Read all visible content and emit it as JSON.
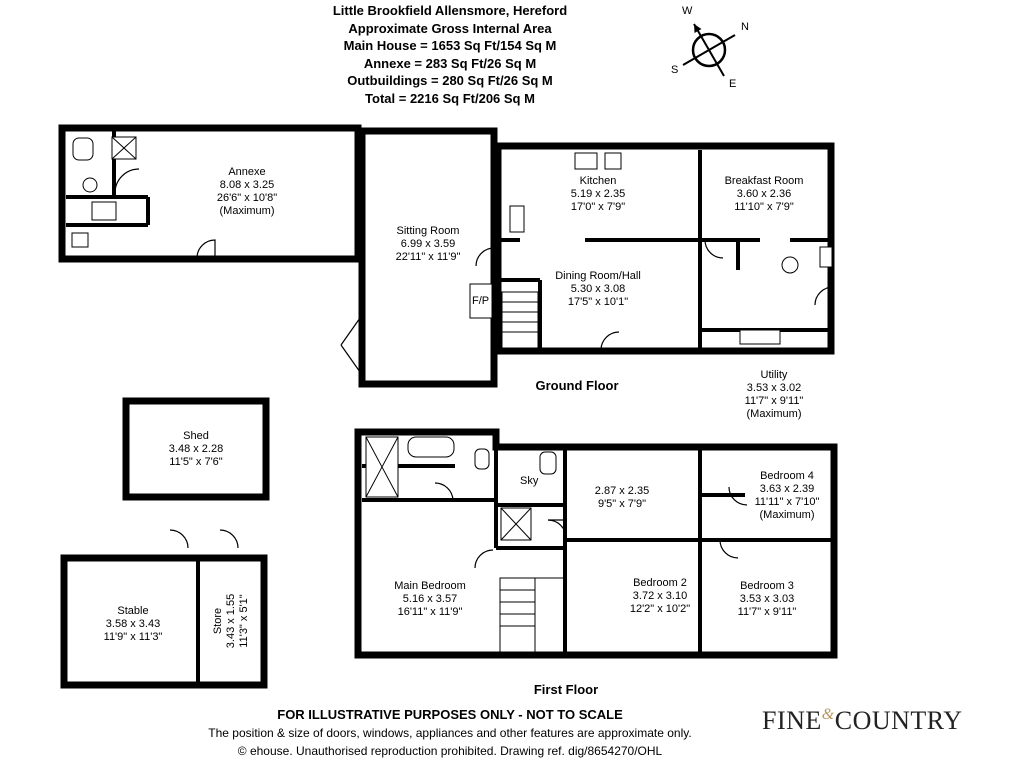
{
  "header": {
    "title": "Little Brookfield Allensmore, Hereford",
    "subtitle": "Approximate Gross Internal Area",
    "lines": [
      "Main House = 1653 Sq Ft/154 Sq M",
      "Annexe = 283 Sq Ft/26 Sq M",
      "Outbuildings = 280 Sq Ft/26 Sq M",
      "Total = 2216 Sq Ft/206 Sq M"
    ]
  },
  "compass": {
    "w": "W",
    "n": "N",
    "s": "S",
    "e": "E"
  },
  "floors": {
    "ground": "Ground Floor",
    "first": "First Floor"
  },
  "rooms": {
    "annexe": {
      "name": "Annexe",
      "metric": "8.08 x 3.25",
      "imperial": "26'6\" x 10'8\"",
      "note": "(Maximum)"
    },
    "sitting": {
      "name": "Sitting Room",
      "metric": "6.99 x 3.59",
      "imperial": "22'11\" x 11'9\""
    },
    "kitchen": {
      "name": "Kitchen",
      "metric": "5.19 x 2.35",
      "imperial": "17'0\" x 7'9\""
    },
    "breakfast": {
      "name": "Breakfast Room",
      "metric": "3.60 x 2.36",
      "imperial": "11'10\" x 7'9\""
    },
    "dining": {
      "name": "Dining Room/Hall",
      "metric": "5.30 x 3.08",
      "imperial": "17'5\" x 10'1\""
    },
    "utility": {
      "name": "Utility",
      "metric": "3.53 x 3.02",
      "imperial": "11'7\" x 9'11\"",
      "note": "(Maximum)"
    },
    "shed": {
      "name": "Shed",
      "metric": "3.48 x 2.28",
      "imperial": "11'5\" x 7'6\""
    },
    "stable": {
      "name": "Stable",
      "metric": "3.58 x 3.43",
      "imperial": "11'9\" x 11'3\""
    },
    "store": {
      "name": "Store",
      "metric": "3.43 x 1.55",
      "imperial": "11'3\" x 5'1\""
    },
    "main_bedroom": {
      "name": "Main Bedroom",
      "metric": "5.16 x 3.57",
      "imperial": "16'11\" x 11'9\""
    },
    "bedroom_unnamed": {
      "metric": "2.87 x 2.35",
      "imperial": "9'5\" x 7'9\""
    },
    "bedroom4": {
      "name": "Bedroom 4",
      "metric": "3.63 x 2.39",
      "imperial": "11'11\" x 7'10\"",
      "note": "(Maximum)"
    },
    "bedroom2": {
      "name": "Bedroom 2",
      "metric": "3.72 x 3.10",
      "imperial": "12'2\" x 10'2\""
    },
    "bedroom3": {
      "name": "Bedroom 3",
      "metric": "3.53 x 3.03",
      "imperial": "11'7\" x 9'11\""
    }
  },
  "labels": {
    "fp": "F/P",
    "sky": "Sky"
  },
  "footer": {
    "disclaimer": "FOR ILLUSTRATIVE PURPOSES ONLY - NOT TO SCALE",
    "note": "The position & size of doors, windows, appliances and other features are approximate only.",
    "copyright": "© ehouse. Unauthorised reproduction prohibited. Drawing ref. dig/8654270/OHL"
  },
  "logo": {
    "left": "FINE",
    "amp": "&",
    "right": "COUNTRY"
  }
}
